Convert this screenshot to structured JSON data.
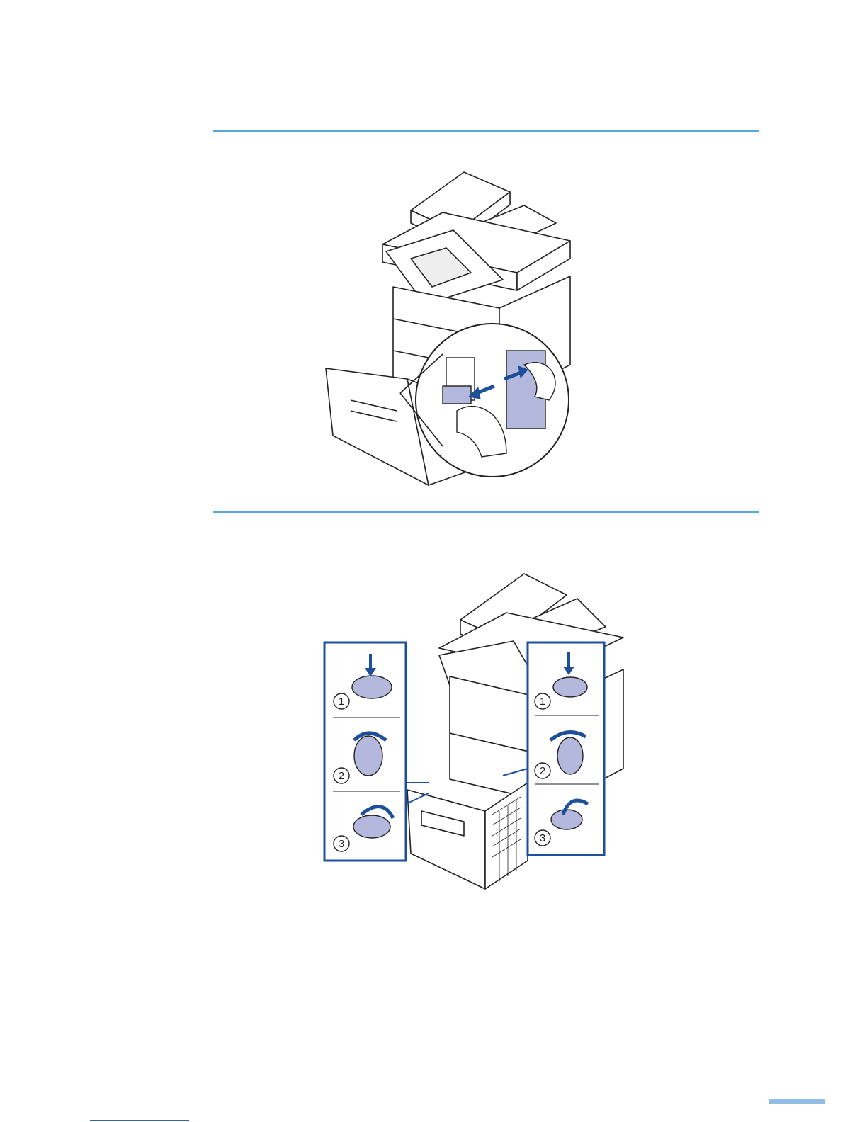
{
  "figures": [
    {
      "name": "adjust-paper-guides",
      "icon": "printer-tray-guide-illustration"
    },
    {
      "name": "paper-size-dial-steps",
      "icon": "printer-tray-dial-illustration",
      "step_labels": [
        "1",
        "2",
        "3"
      ]
    }
  ],
  "colors": {
    "accent_rule": "#5aa7dc",
    "panel_border": "#1e4f9c",
    "highlight_fill": "#b4b8dd",
    "arrow": "#1d4f9a"
  }
}
